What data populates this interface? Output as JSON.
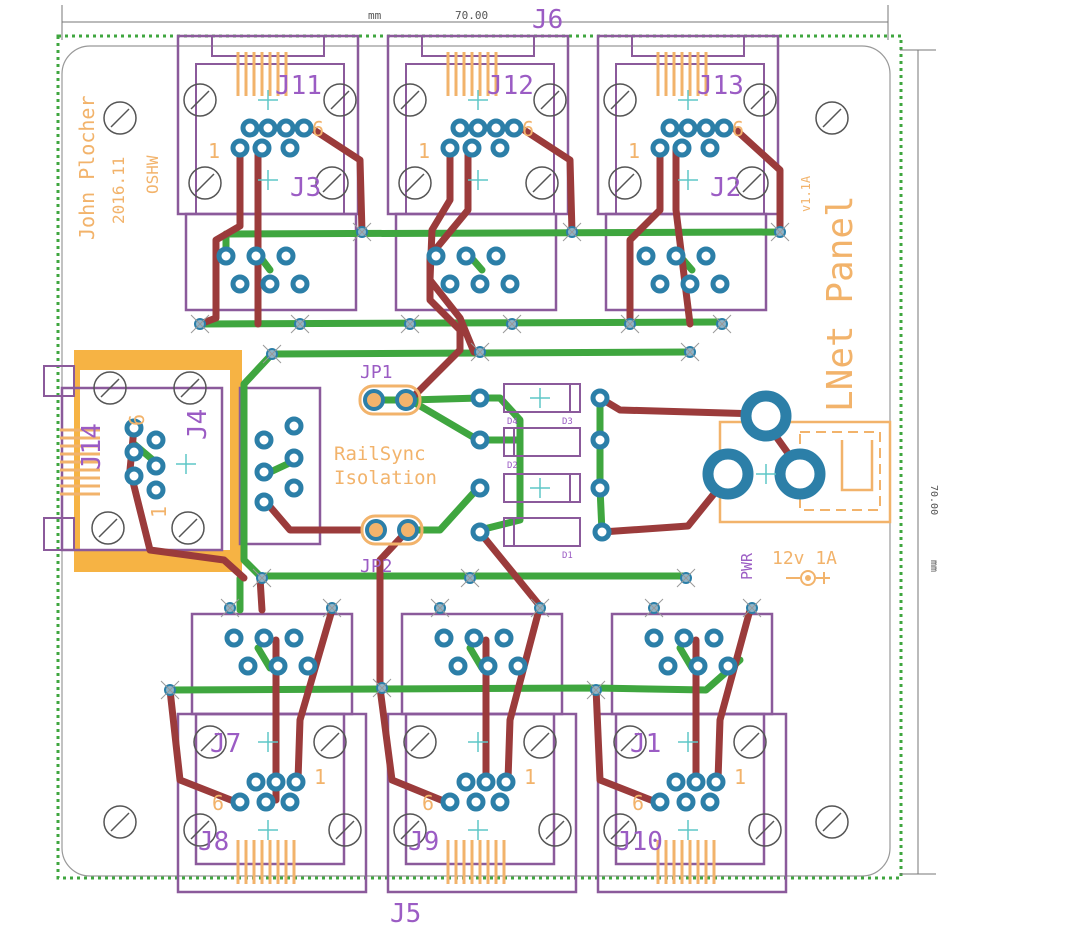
{
  "board": {
    "dimension_unit": "mm",
    "dimension_top": "70.00",
    "dimension_right": "70.00",
    "author": "John Plocher",
    "date": "2016.11",
    "license": "OSHW",
    "version": "v1.1A",
    "title": "LNet Panel",
    "center_text_1": "RailSync",
    "center_text_2": "Isolation",
    "power_label": "PWR",
    "power_spec": "12v  1A"
  },
  "connectors": {
    "J1": "J1",
    "J2": "J2",
    "J3": "J3",
    "J4": "J4",
    "J5": "J5",
    "J6": "J6",
    "J7": "J7",
    "J8": "J8",
    "J9": "J9",
    "J10": "J10",
    "J11": "J11",
    "J12": "J12",
    "J13": "J13",
    "J14": "J14",
    "JP1": "JP1",
    "JP2": "JP2"
  },
  "diodes": {
    "D1": "D1",
    "D2": "D2",
    "D3": "D3",
    "D4": "D4"
  },
  "pin_markers": {
    "one": "1",
    "six": "6"
  },
  "colors": {
    "outline": "#8b5a9b",
    "silk": "#f2b36b",
    "top_copper": "#3fa63f",
    "bottom_copper": "#9b3b3b",
    "via": "#2c7fa8",
    "dimension": "#555555",
    "highlight": "#f5a623"
  }
}
